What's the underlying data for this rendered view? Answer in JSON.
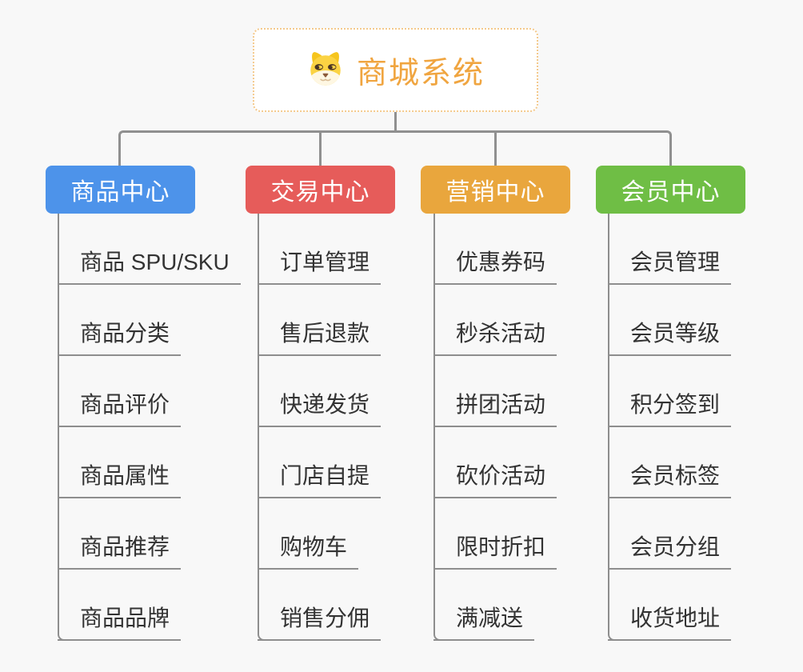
{
  "root": {
    "title": "商城系统",
    "icon": "dog-face-icon",
    "accent_color": "#F0A540",
    "border_color": "#F4C98C"
  },
  "branches": [
    {
      "label": "商品中心",
      "color": "#4D93EA",
      "items": [
        "商品 SPU/SKU",
        "商品分类",
        "商品评价",
        "商品属性",
        "商品推荐",
        "商品品牌"
      ]
    },
    {
      "label": "交易中心",
      "color": "#E65C5A",
      "items": [
        "订单管理",
        "售后退款",
        "快递发货",
        "门店自提",
        "购物车",
        "销售分佣"
      ]
    },
    {
      "label": "营销中心",
      "color": "#E9A63D",
      "items": [
        "优惠券码",
        "秒杀活动",
        "拼团活动",
        "砍价活动",
        "限时折扣",
        "满减送"
      ]
    },
    {
      "label": "会员中心",
      "color": "#6FBE45",
      "items": [
        "会员管理",
        "会员等级",
        "积分签到",
        "会员标签",
        "会员分组",
        "收货地址"
      ]
    }
  ],
  "colors": {
    "background": "#F8F8F8",
    "connector": "#909090",
    "leaf_underline": "#8E8E8E",
    "leaf_text": "#333333"
  }
}
